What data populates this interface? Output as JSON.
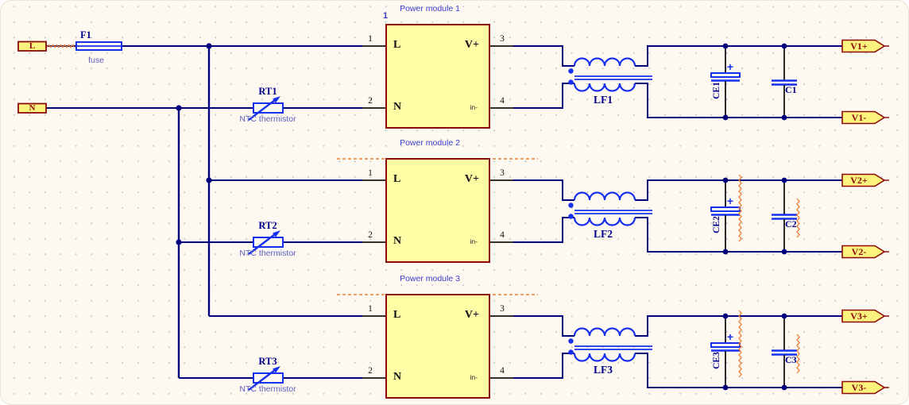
{
  "schematic": {
    "input_ports": [
      {
        "label": "L"
      },
      {
        "label": "N"
      }
    ],
    "fuse": {
      "designator": "F1",
      "type_label": "fuse"
    },
    "thermistors": [
      {
        "designator": "RT1",
        "type_label": "NTC thermistor"
      },
      {
        "designator": "RT2",
        "type_label": "NTC thermistor"
      },
      {
        "designator": "RT3",
        "type_label": "NTC thermistor"
      }
    ],
    "modules": [
      {
        "title": "Power module 1",
        "designator": "1",
        "pin_numbers": [
          "1",
          "2",
          "3",
          "4"
        ],
        "pin_names": {
          "left_top": "L",
          "left_bottom": "N",
          "right_top": "V+",
          "right_bottom": "in-"
        },
        "choke_designator": "LF1",
        "electrolytic_cap": {
          "designator": "CE1",
          "polarity": "+"
        },
        "film_cap_designator": "C1",
        "outputs": {
          "positive": "V1+",
          "negative": "V1-"
        }
      },
      {
        "title": "Power module 2",
        "pin_numbers": [
          "1",
          "2",
          "3",
          "4"
        ],
        "pin_names": {
          "left_top": "L",
          "left_bottom": "N",
          "right_top": "V+",
          "right_bottom": "in-"
        },
        "choke_designator": "LF2",
        "electrolytic_cap": {
          "designator": "CE2",
          "polarity": "+"
        },
        "film_cap_designator": "C2",
        "outputs": {
          "positive": "V2+",
          "negative": "V2-"
        }
      },
      {
        "title": "Power module 3",
        "pin_numbers": [
          "1",
          "2",
          "3",
          "4"
        ],
        "pin_names": {
          "left_top": "L",
          "left_bottom": "N",
          "right_top": "V+",
          "right_bottom": "in-"
        },
        "choke_designator": "LF3",
        "electrolytic_cap": {
          "designator": "CE3",
          "polarity": "+"
        },
        "film_cap_designator": "C3",
        "outputs": {
          "positive": "V3+",
          "negative": "V3-"
        }
      }
    ],
    "colors": {
      "canvas_background": "#FDF9F1",
      "wire": "#00007D",
      "symbol_blue": "#1630EE",
      "module_fill": "#FFFCA6",
      "module_border": "#8C0A0A",
      "port_fill": "#FBF37E",
      "port_border": "#8C0A0A",
      "port_text": "#8C0A0A",
      "designator_text": "#00008B",
      "title_text": "#3A3ACB",
      "sublabel_text": "#5D5DBD",
      "marker_orange": "#ED7D31",
      "pin_text": "#111111"
    }
  }
}
